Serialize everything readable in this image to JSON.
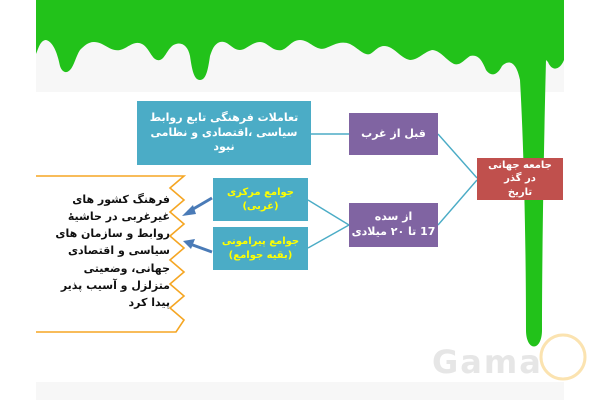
{
  "diagram": {
    "root": {
      "line1": "جامعه جهانی در گذر",
      "line2": "تاریخ"
    },
    "before_west": {
      "label": "قبل از غرب"
    },
    "century": {
      "line1": "از سده",
      "line2": "17 تا ۲۰ میلادی"
    },
    "cultural": {
      "line1": "تعاملات فرهنگی تابع روابط",
      "line2": "سیاسی ،اقتصادی و نظامی نبود"
    },
    "center": {
      "line1": "جوامع مرکزی",
      "line2": "(غربی)"
    },
    "periphery": {
      "line1": "جوامع پیرامونی",
      "line2": "(بقیه جوامع)"
    },
    "result": {
      "text": "فرهنگ کشور های غیرغربی در حاشیهٔ روابط و سازمان های سیاسی و اقتصادی جهانی، وضعیتی متزلزل و آسیب پذیر پیدا کرد"
    }
  },
  "watermark": "Gama",
  "colors": {
    "slime": "#22c21a",
    "root_box": "#c0504d",
    "purple_box": "#8064a2",
    "blue_box": "#4bacc6",
    "highlight_text": "#ffff00",
    "connector": "#4bacc6",
    "bracket": "#f5a623",
    "page_band": "#f7f7f7"
  }
}
